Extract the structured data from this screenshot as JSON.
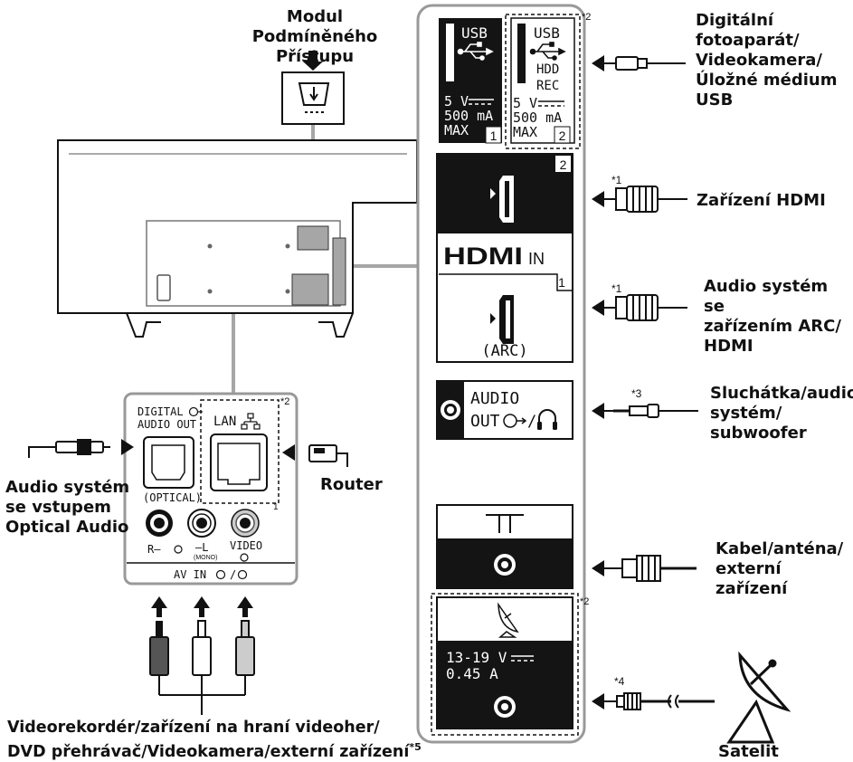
{
  "labels": {
    "cam_module_1": "Modul Podmíněného",
    "cam_module_2": "Přístupu",
    "usb_device_1": "Digitální",
    "usb_device_2": "fotoaparát/",
    "usb_device_3": "Videokamera/",
    "usb_device_4": "Úložné médium",
    "usb_device_5": "USB",
    "hdmi_device": "Zařízení HDMI",
    "arc_device_1": "Audio systém se",
    "arc_device_2": "zařízením ARC/",
    "arc_device_3": "HDMI",
    "headphones_1": "Sluchátka/audio",
    "headphones_2": "systém/",
    "headphones_3": "subwoofer",
    "cable_antenna_1": "Kabel/anténa/",
    "cable_antenna_2": "externí zařízení",
    "satellite": "Satelit",
    "optical_1": "Audio systém",
    "optical_2": "se vstupem",
    "optical_3": "Optical Audio",
    "router": "Router",
    "av_devices_1": "Videorekordér/zařízení na hraní videoher/",
    "av_devices_2": "DVD přehrávač/Videokamera/externí zařízení",
    "av_devices_note": "*5"
  },
  "notes": {
    "n2_usb": "*2",
    "n1_hdmi": "*1",
    "n1_arc": "*1",
    "n3_audio": "*3",
    "n2_sat": "*2",
    "n4_sat": "*4",
    "n2_lan": "*2"
  },
  "panel": {
    "usb1_title": "USB",
    "usb1_volt": "5 V",
    "usb1_curr": "500 mA",
    "usb1_max": "MAX",
    "usb1_num": "1",
    "usb2_title": "USB",
    "usb2_hdd": "HDD",
    "usb2_rec": "REC",
    "usb2_volt": "5 V",
    "usb2_curr": "500 mA",
    "usb2_max": "MAX",
    "usb2_num": "2",
    "hdmi2_num": "2",
    "hdmi_logo": "HDMI",
    "hdmi_in": "IN",
    "hdmi1_num": "1",
    "arc": "(ARC)",
    "audio_out_1": "AUDIO",
    "audio_out_2": "OUT",
    "sat_voltage": "13-19 V",
    "sat_current": "0.45 A",
    "digital_audio_out_1": "DIGITAL",
    "digital_audio_out_2": "AUDIO OUT",
    "optical": "(OPTICAL)",
    "lan": "LAN",
    "lan_num": "1",
    "av_r": "R–",
    "av_l": "–L",
    "av_mono": "(MONO)",
    "av_video": "VIDEO",
    "av_in": "AV IN"
  },
  "colors": {
    "ink": "#111111",
    "gray_block": "#a6a6a6",
    "light_gray": "#cccccc",
    "panel_black": "#141414",
    "border_gray": "#999999"
  }
}
